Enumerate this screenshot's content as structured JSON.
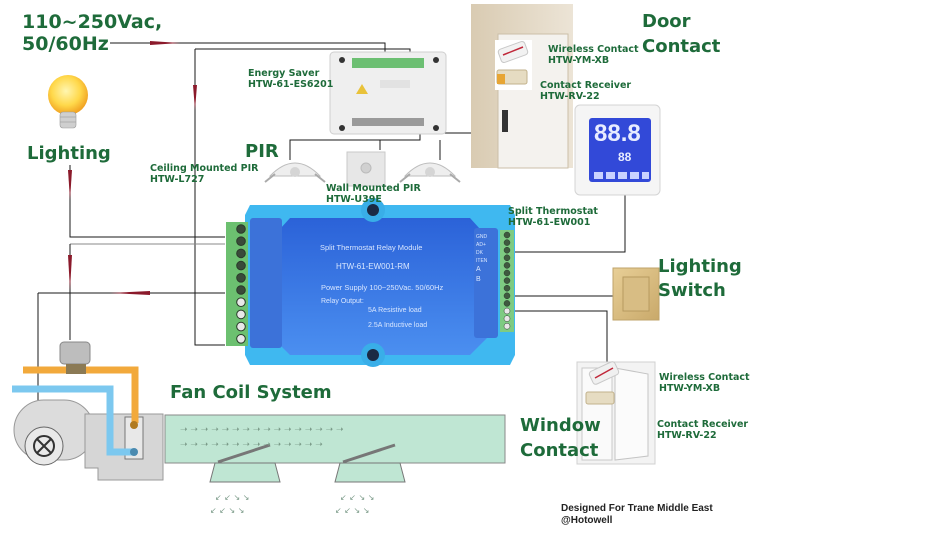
{
  "diagram": {
    "power": {
      "line1": "110~250Vac,",
      "line2": "50/60Hz"
    },
    "lighting": {
      "label": "Lighting"
    },
    "energy_saver": {
      "name": "Energy Saver",
      "model": "HTW-61-ES6201"
    },
    "pir": {
      "title": "PIR",
      "ceiling": {
        "name": "Ceiling Mounted PIR",
        "model": "HTW-L727"
      },
      "wall": {
        "name": "Wall Mounted PIR",
        "model": "HTW-U39E"
      }
    },
    "door_contact": {
      "title_line1": "Door",
      "title_line2": "Contact",
      "wireless": {
        "name": "Wireless Contact",
        "model": "HTW-YM-XB"
      },
      "receiver": {
        "name": "Contact Receiver",
        "model": "HTW-RV-22"
      }
    },
    "thermostat": {
      "name": "Split Thermostat",
      "model": "HTW-61-EW001",
      "display": "88.8",
      "display_small": "88"
    },
    "relay_module": {
      "title": "Split Thermostat Relay Module",
      "model": "HTW-61-EW001-RM",
      "power_supply": "Power Supply 100~250Vac. 50/60Hz",
      "relay_output_label": "Relay Output:",
      "rating1": "5A Resistive load",
      "rating2": "2.5A Inductive load",
      "right_terminals": [
        "GND",
        "AD+",
        "DK",
        "ITEN",
        "A",
        "B"
      ]
    },
    "lighting_switch": {
      "line1": "Lighting",
      "line2": "Switch"
    },
    "window_contact": {
      "title_line1": "Window",
      "title_line2": "Contact",
      "wireless": {
        "name": "Wireless Contact",
        "model": "HTW-YM-XB"
      },
      "receiver": {
        "name": "Contact Receiver",
        "model": "HTW-RV-22"
      }
    },
    "fan_coil": {
      "label": "Fan Coil System"
    },
    "credit": {
      "line1": "Designed For Trane Middle East",
      "line2": "@Hotowell"
    },
    "colors": {
      "label_green": "#1e6b3a",
      "wire": "#1a1a1a",
      "wire_arrow": "#8b1a2b",
      "module_blue": "#2f6fe0",
      "module_cyan": "#3fb8f0",
      "terminal_green": "#5dbb63",
      "hot_pipe": "#f2a93b",
      "cold_pipe": "#7cc8ef",
      "duct": "#bfe6d3"
    }
  }
}
